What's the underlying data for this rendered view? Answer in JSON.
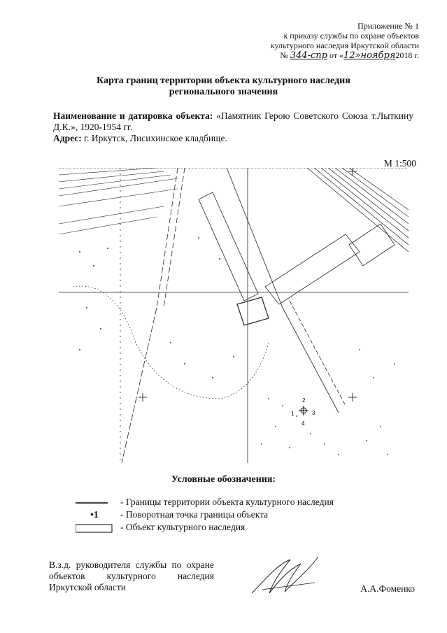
{
  "appendix": {
    "line1": "Приложение № 1",
    "line2": "к приказу службы по охране объектов",
    "line3": "культурного наследия Иркутской области",
    "number_prefix": "№",
    "number_value": "344-спр",
    "date_mid": "от «",
    "day": "12",
    "month": "»ноября",
    "year": "2018 г."
  },
  "title": {
    "line1": "Карта границ территории объекта культурного наследия",
    "line2": "регионального значения"
  },
  "object": {
    "name_label": "Наименование и датировка объекта:",
    "name_value": "«Памятник Герою Советского Союза т.Лыткину Д.К.», 1920-1954 гг.",
    "address_label": "Адрес:",
    "address_value": "г. Иркутск, Лисихинское кладбище."
  },
  "map": {
    "scale": "М 1:500",
    "points": [
      "1",
      "2",
      "3",
      "4"
    ]
  },
  "legend": {
    "title": "Условные обозначения:",
    "items": [
      {
        "symbol": "line",
        "label": "- Границы территории объекта культурного наследия"
      },
      {
        "symbol": "point",
        "symbol_text": "•1",
        "label": "- Поворотная точка границы объекта"
      },
      {
        "symbol": "rect",
        "label": "- Объект культурного наследия"
      }
    ]
  },
  "signature": {
    "position": "В.з.д. руководителя службы по охране объектов культурного наследия Иркутской области",
    "name": "А.А.Фоменко"
  }
}
